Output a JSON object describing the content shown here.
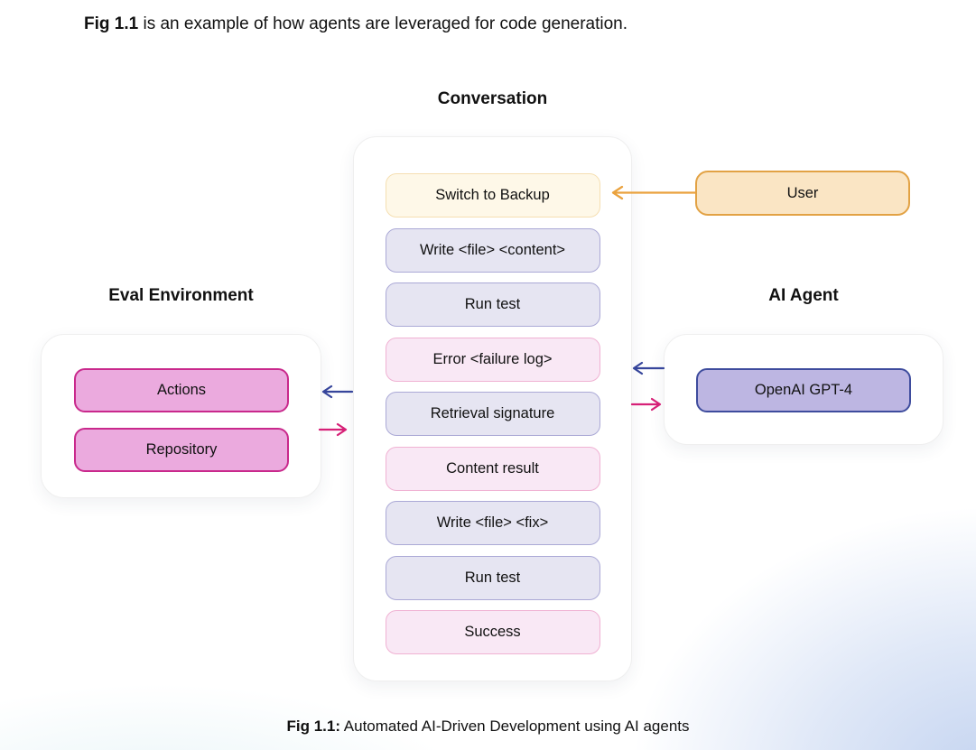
{
  "page": {
    "intro_bold": "Fig 1.1",
    "intro_rest": " is an example of how agents are leveraged for code generation.",
    "caption_bold": "Fig 1.1:",
    "caption_rest": " Automated AI-Driven Development using AI agents"
  },
  "diagram": {
    "conversation": {
      "title": "Conversation",
      "messages": [
        {
          "label": "Switch to Backup",
          "variant": "cream"
        },
        {
          "label": "Write <file> <content>",
          "variant": "lavender"
        },
        {
          "label": "Run test",
          "variant": "lavender"
        },
        {
          "label": "Error <failure log>",
          "variant": "pink"
        },
        {
          "label": "Retrieval signature",
          "variant": "lavender"
        },
        {
          "label": "Content result",
          "variant": "pink"
        },
        {
          "label": "Write <file> <fix>",
          "variant": "lavender"
        },
        {
          "label": "Run test",
          "variant": "lavender"
        },
        {
          "label": "Success",
          "variant": "pink"
        }
      ]
    },
    "eval_environment": {
      "title": "Eval Environment",
      "items": [
        {
          "label": "Actions"
        },
        {
          "label": "Repository"
        }
      ]
    },
    "ai_agent": {
      "title": "AI Agent",
      "items": [
        {
          "label": "OpenAI GPT-4"
        }
      ]
    },
    "user": {
      "label": "User"
    },
    "arrows": [
      {
        "name": "user-to-conversation",
        "color": "#EAA23E",
        "direction": "left"
      },
      {
        "name": "agent-to-conversation",
        "color": "#36459B",
        "direction": "left"
      },
      {
        "name": "conversation-to-agent",
        "color": "#D62077",
        "direction": "right"
      },
      {
        "name": "conversation-to-eval",
        "color": "#36459B",
        "direction": "left"
      },
      {
        "name": "eval-to-conversation",
        "color": "#D62077",
        "direction": "right"
      }
    ]
  },
  "colors": {
    "page_background": "#FFFFFF",
    "panel_background": "#FFFFFF",
    "panel_border": "#EFEFEF",
    "text": "#111111",
    "msg_cream_bg": "#FEF8E8",
    "msg_cream_border": "#F5DFB2",
    "msg_lavender_bg": "#E6E5F2",
    "msg_lavender_border": "#ABA9D6",
    "msg_pink_bg": "#F9E8F5",
    "msg_pink_border": "#F0B2D3",
    "user_bg": "#FAE5C4",
    "user_border": "#E2A244",
    "eval_chip_bg": "#EBAADE",
    "eval_chip_border": "#C9298C",
    "gpt_bg": "#BDB6E2",
    "gpt_border": "#3E4C9D",
    "arrow_orange": "#EAA23E",
    "arrow_blue": "#36459B",
    "arrow_pink": "#D62077",
    "glow_blue": "#C3D3F0",
    "glow_cyan": "#DFF0F4"
  }
}
